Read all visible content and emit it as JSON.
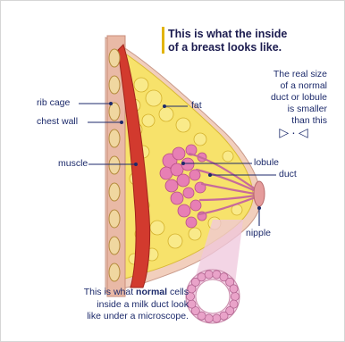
{
  "title": {
    "line1": "This is what the inside",
    "line2": "of a breast looks like."
  },
  "size_note": {
    "lines": [
      "The real size",
      "of a normal",
      "duct or lobule",
      "is smaller",
      "than this"
    ],
    "symbol_left": "▷",
    "symbol_mid": "·",
    "symbol_right": "◁"
  },
  "labels": {
    "rib_cage": "rib cage",
    "chest_wall": "chest wall",
    "muscle": "muscle",
    "fat": "fat",
    "lobule": "lobule",
    "duct": "duct",
    "nipple": "nipple"
  },
  "caption": {
    "prefix": "This is what ",
    "emphasis": "normal",
    "suffix": " cells",
    "line2": "inside a milk duct look",
    "line3": "like under a microscope."
  },
  "colors": {
    "text": "#1c2a6b",
    "title": "#1b1b4f",
    "accent_rule": "#e2b400",
    "skin": "#f2cfbd",
    "fat": "#f7e26b",
    "muscle": "#d23a2e",
    "rib": "#f0d7a0",
    "lobule": "#e77fb4",
    "duct_cell": "#e9a3c9"
  }
}
